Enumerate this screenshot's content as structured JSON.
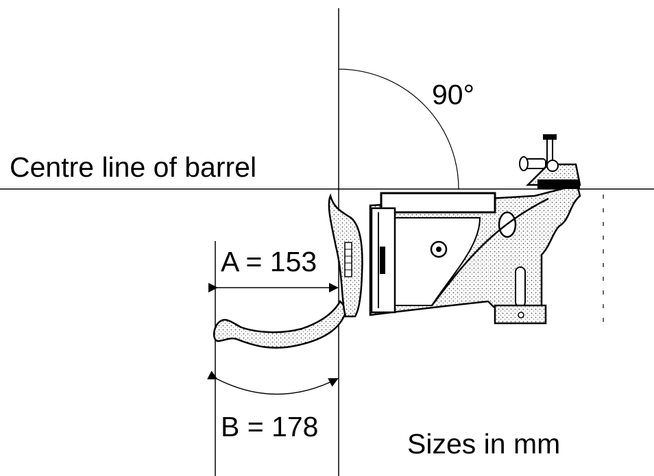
{
  "labels": {
    "centre_line": "Centre line of barrel",
    "angle": "90°",
    "dimension_a": "A = 153",
    "dimension_b": "B = 178",
    "units": "Sizes in mm"
  },
  "colors": {
    "line": "#000000",
    "background": "#ffffff",
    "stipple": "#555555"
  },
  "icons": {
    "grip": "pistol-grip-drawing"
  }
}
